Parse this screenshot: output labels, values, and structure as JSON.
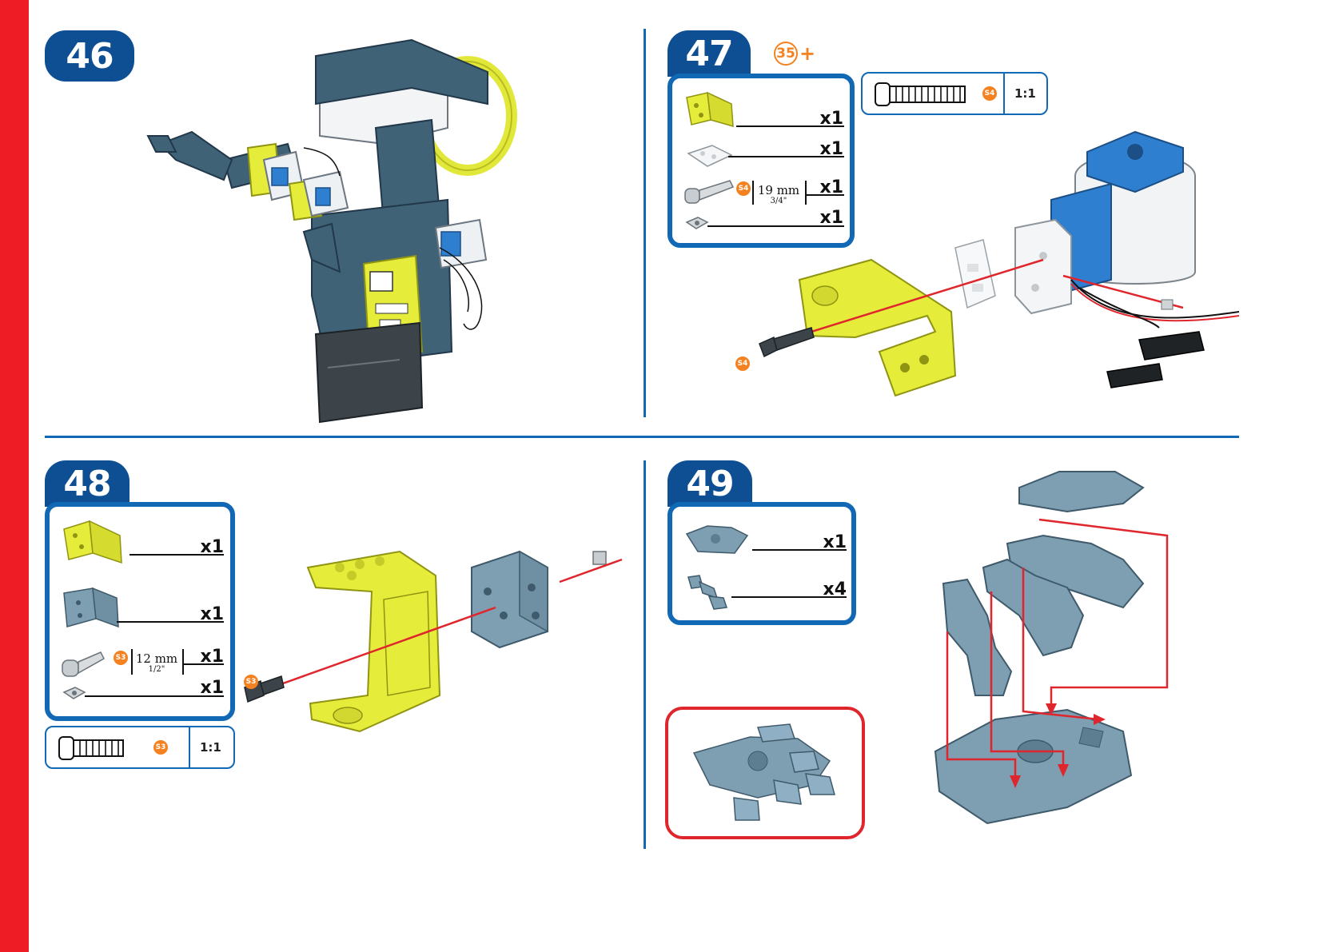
{
  "main": {
    "steps": [
      {
        "number": "46"
      },
      {
        "number": "47",
        "reference": {
          "number": "35",
          "suffix": "+"
        },
        "parts": [
          {
            "qty": "x1"
          },
          {
            "qty": "x1"
          },
          {
            "qty": "x1",
            "code": "S4",
            "length_mm": "19 mm",
            "length_in": "3/4\""
          },
          {
            "qty": "x1"
          }
        ],
        "scale": {
          "code": "S4",
          "ratio": "1:1"
        },
        "callout_code": "S4"
      },
      {
        "number": "48",
        "parts": [
          {
            "qty": "x1"
          },
          {
            "qty": "x1"
          },
          {
            "qty": "x1",
            "code": "S3",
            "length_mm": "12 mm",
            "length_in": "1/2\""
          },
          {
            "qty": "x1"
          }
        ],
        "scale": {
          "code": "S3",
          "ratio": "1:1"
        },
        "callout_code": "S3"
      },
      {
        "number": "49",
        "parts": [
          {
            "qty": "x1"
          },
          {
            "qty": "x4"
          }
        ]
      }
    ]
  },
  "colors": {
    "accent_blue": "#1168b4",
    "badge_blue": "#0d4f92",
    "edge_red": "#ee1c25",
    "screw_code_orange": "#f58220",
    "part_yellow": "#e9ef3a",
    "part_grey_blue": "#7e9eb2",
    "servo_blue": "#2f7fd0"
  },
  "icons": [
    "screw-icon",
    "bracket-icon",
    "nut-icon",
    "servo-icon",
    "cable-icon",
    "foot-piece-icon",
    "toe-piece-icon"
  ]
}
